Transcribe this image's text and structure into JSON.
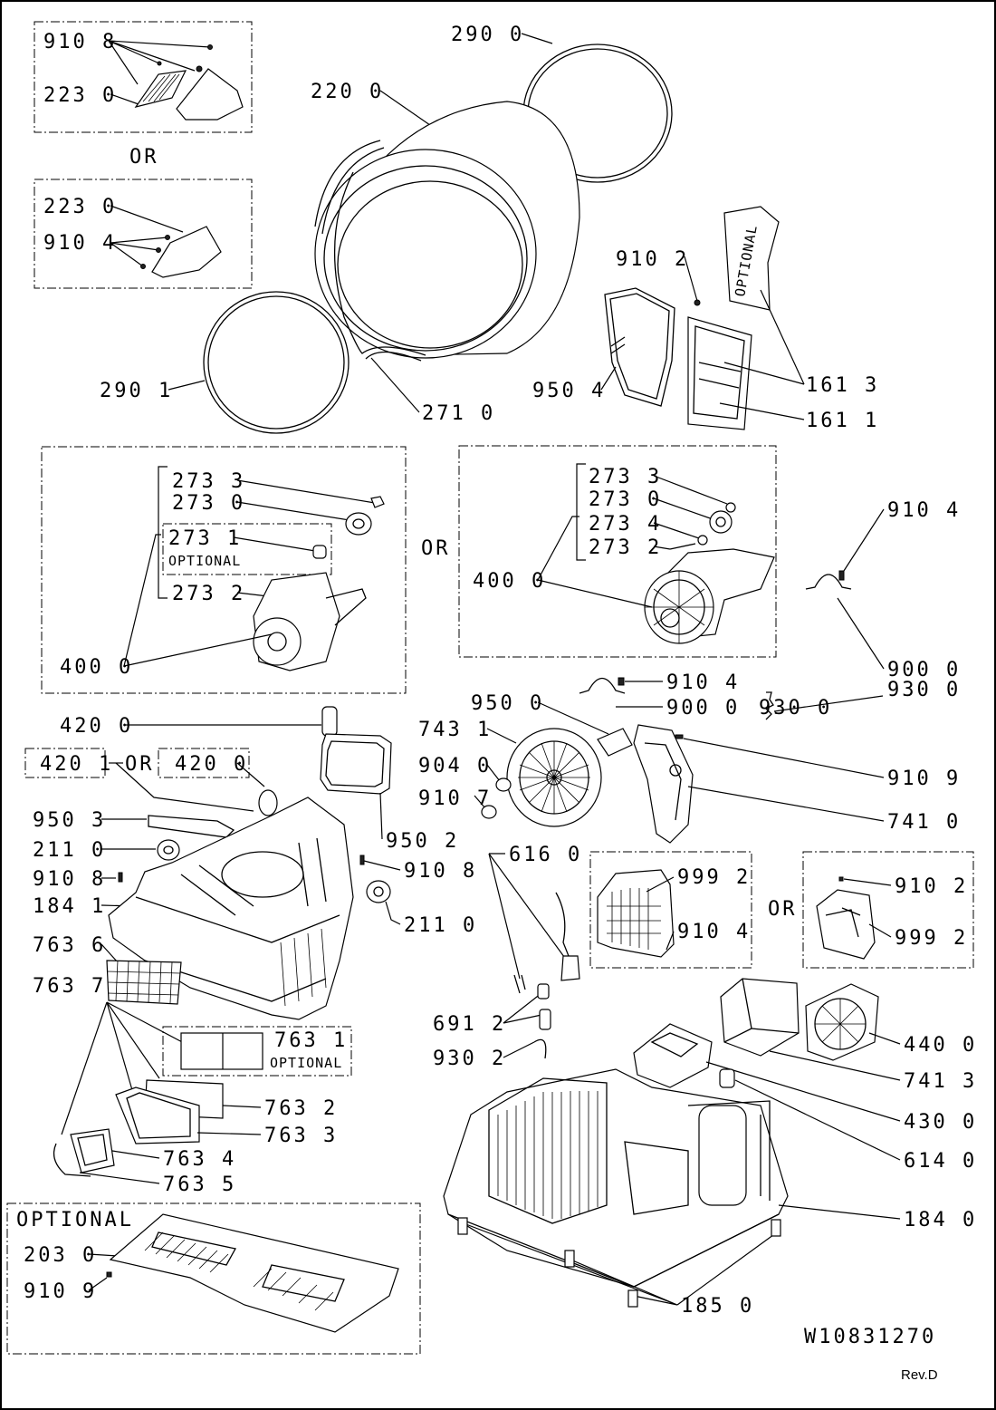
{
  "sheet": {
    "doc_number": "W10831270",
    "revision": "Rev.D"
  },
  "labels": {
    "box_top_left_910_8": "910 8",
    "box_top_left_223_0": "223 0",
    "or_1": "OR",
    "box_b_223_0": "223 0",
    "box_b_910_4": "910 4",
    "drum_290_0": "290 0",
    "drum_220_0": "220 0",
    "drum_290_1": "290 1",
    "drum_271_0": "271 0",
    "filter_910_2": "910 2",
    "filter_optional": "OPTIONAL",
    "filter_950_4": "950 4",
    "filter_161_3": "161 3",
    "filter_161_1": "161 1",
    "m1_273_3": "273 3",
    "m1_273_0": "273 0",
    "m1_273_1": "273 1",
    "m1_optional": "OPTIONAL",
    "m1_273_2": "273 2",
    "m1_400_0": "400 0",
    "m1_420_0": "420 0",
    "or_2": "OR",
    "m2_273_3": "273 3",
    "m2_273_0": "273 0",
    "m2_273_4": "273 4",
    "m2_273_2": "273 2",
    "m2_400_0": "400 0",
    "r_910_4": "910 4",
    "r_900_0": "900 0",
    "b_910_4": "910 4",
    "b_900_0": "900 0",
    "b_950_0": "950 0",
    "b_930_0": "930 0",
    "b_743_1": "743 1",
    "b_904_0": "904 0",
    "b_910_7": "910 7",
    "b_910_9": "910 9",
    "b_741_0": "741 0",
    "base_420_1": "420 1",
    "base_or": "OR",
    "base_420_0": "420 0",
    "base_950_3": "950 3",
    "base_950_2": "950 2",
    "base_211_0_left": "211 0",
    "base_910_8_left": "910 8",
    "base_910_8_right": "910 8",
    "base_184_1": "184 1",
    "base_211_0_right": "211 0",
    "base_763_6": "763 6",
    "base_763_7": "763 7",
    "base_763_1": "763 1",
    "base_763_optional": "OPTIONAL",
    "base_763_2": "763 2",
    "base_763_3": "763 3",
    "base_763_4": "763 4",
    "base_763_5": "763 5",
    "c_616_0": "616 0",
    "c_999_2_a": "999 2",
    "c_910_4": "910 4",
    "c_or": "OR",
    "c_910_2": "910 2",
    "c_999_2_b": "999 2",
    "c_691_2": "691 2",
    "c_930_2": "930 2",
    "c_440_0": "440 0",
    "c_741_3": "741 3",
    "c_430_0": "430 0",
    "c_614_0": "614 0",
    "c_184_0": "184 0",
    "c_185_0": "185 0",
    "pcb_optional": "OPTIONAL",
    "pcb_203_0": "203 0",
    "pcb_910_9": "910 9"
  }
}
